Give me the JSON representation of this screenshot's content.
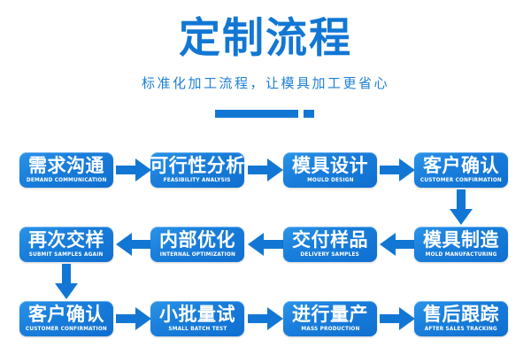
{
  "header": {
    "title": "定制流程",
    "subtitle": "标准化加工流程，让模具加工更省心",
    "accent_color": "#1277d4"
  },
  "flow": {
    "node_gradient_from": "#2b94e8",
    "node_gradient_to": "#0f6fd0",
    "arrow_color": "#1277d4",
    "rows": [
      {
        "direction": "left-to-right",
        "nodes": [
          {
            "cn": "需求沟通",
            "en": "DEMAND COMMUNICATION"
          },
          {
            "cn": "可行性分析",
            "en": "FEASIBILITY ANALYSIS"
          },
          {
            "cn": "模具设计",
            "en": "MOULD DESIGN"
          },
          {
            "cn": "客户确认",
            "en": "CUSTOMER CONFIRMATION"
          }
        ]
      },
      {
        "direction": "right-to-left",
        "nodes": [
          {
            "cn": "再次交样",
            "en": "SUBMIT SAMPLES AGAIN"
          },
          {
            "cn": "内部优化",
            "en": "INTERNAL OPTIMIZATION"
          },
          {
            "cn": "交付样品",
            "en": "DELIVERY SAMPLES"
          },
          {
            "cn": "模具制造",
            "en": "MOLD MANUFACTURING"
          }
        ]
      },
      {
        "direction": "left-to-right",
        "nodes": [
          {
            "cn": "客户确认",
            "en": "CUSTOMER CONFIRMATION"
          },
          {
            "cn": "小批量试",
            "en": "SMALL BATCH TEST"
          },
          {
            "cn": "进行量产",
            "en": "MASS PRODUCTION"
          },
          {
            "cn": "售后跟踪",
            "en": "AFTER SALES TRACKING"
          }
        ]
      }
    ]
  }
}
